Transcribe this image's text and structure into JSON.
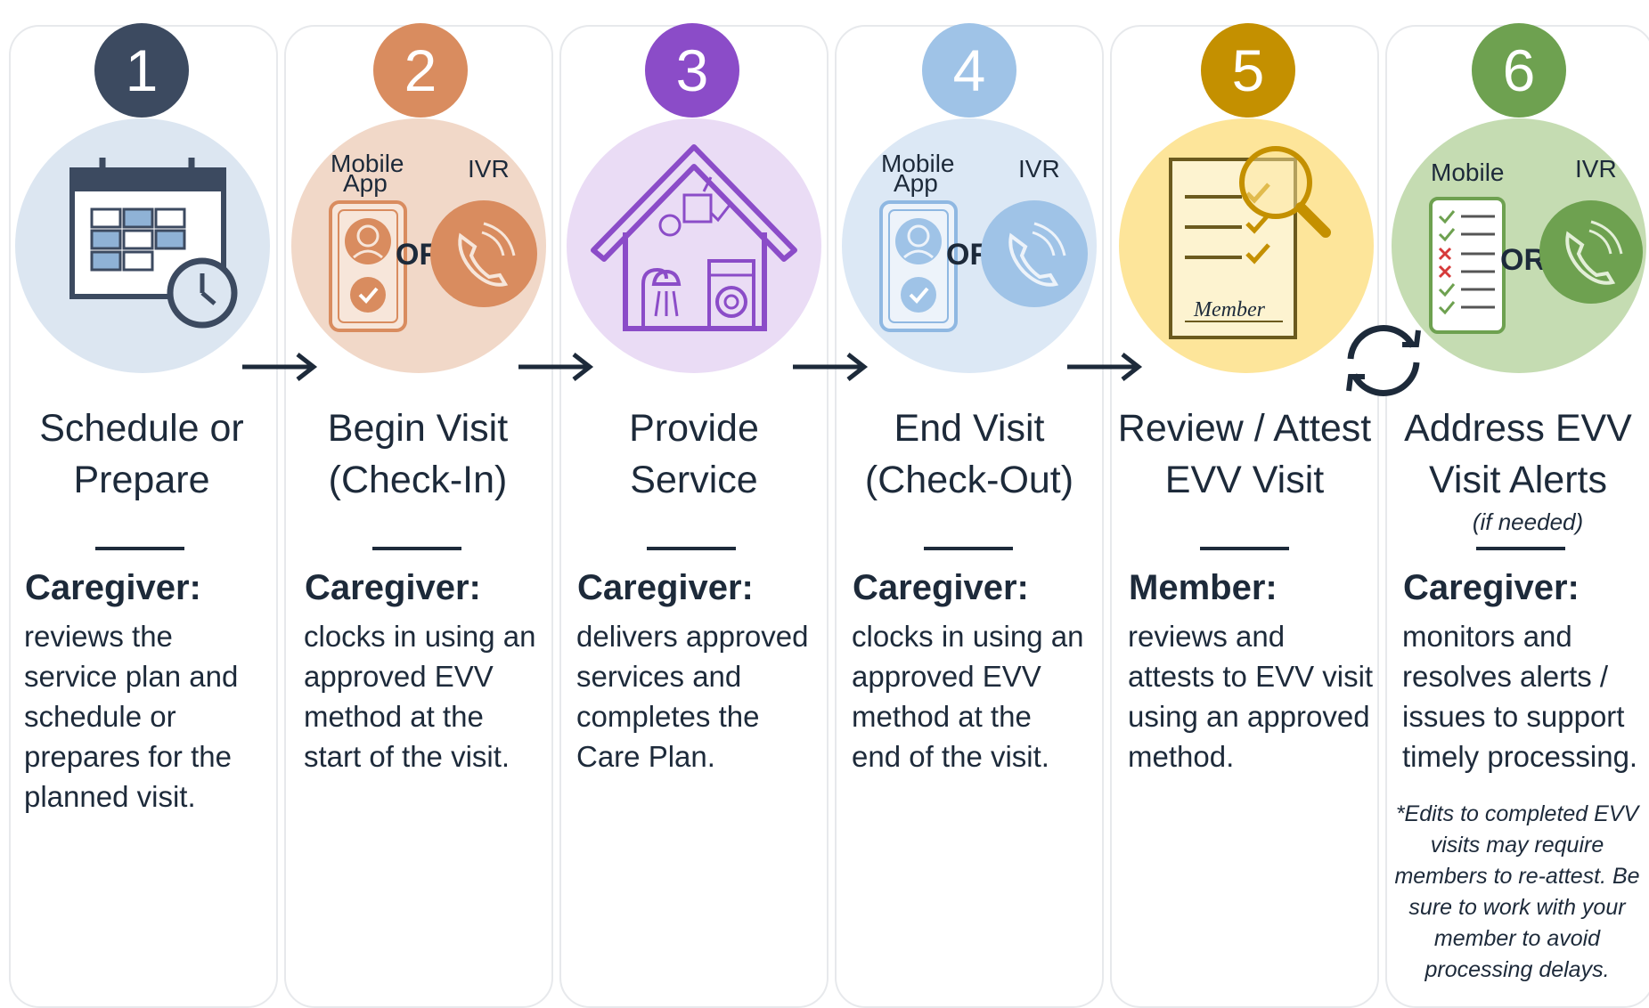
{
  "steps": [
    {
      "number": "1",
      "badge_color": "#3c4a60",
      "circle_color": "#dce6f1",
      "icon": "calendar-clock-icon",
      "title_line1": "Schedule or",
      "title_line2": "Prepare",
      "role": "Caregiver:",
      "description": [
        "reviews the",
        "service plan and",
        "schedule or",
        "prepares for the",
        "planned visit."
      ]
    },
    {
      "number": "2",
      "badge_color": "#d98c5f",
      "circle_color": "#f1d8c8",
      "icon": "mobile-app-or-phone-icon",
      "mobile_label_line1": "Mobile",
      "mobile_label_line2": "App",
      "ivr_label": "IVR",
      "or_label": "OR",
      "title_line1": "Begin Visit",
      "title_line2": "(Check-In)",
      "role": "Caregiver:",
      "description": [
        "clocks in using an",
        "approved EVV",
        "method at the",
        "start of the visit."
      ]
    },
    {
      "number": "3",
      "badge_color": "#8b4cc8",
      "circle_color": "#eadcf5",
      "icon": "home-service-icon",
      "title_line1": "Provide",
      "title_line2": "Service",
      "role": "Caregiver:",
      "description": [
        "delivers approved",
        "services and",
        "completes the",
        "Care Plan."
      ]
    },
    {
      "number": "4",
      "badge_color": "#9fc3e7",
      "circle_color": "#dce8f5",
      "icon": "mobile-app-or-phone-icon",
      "mobile_label_line1": "Mobile",
      "mobile_label_line2": "App",
      "ivr_label": "IVR",
      "or_label": "OR",
      "title_line1": "End Visit",
      "title_line2": "(Check-Out)",
      "role": "Caregiver:",
      "description": [
        "clocks in using an",
        "approved EVV",
        "method at the",
        "end of the visit."
      ]
    },
    {
      "number": "5",
      "badge_color": "#c49000",
      "circle_color": "#fde59a",
      "icon": "document-review-icon",
      "signature_text": "Member",
      "title_line1": "Review / Attest",
      "title_line2": "EVV Visit",
      "role": "Member:",
      "description": [
        "reviews and",
        "attests to EVV visit",
        "using an approved",
        "method."
      ]
    },
    {
      "number": "6",
      "badge_color": "#6ea150",
      "circle_color": "#c5dcb2",
      "icon": "checklist-or-phone-icon",
      "mobile_label_line1": "Mobile",
      "ivr_label": "IVR",
      "or_label": "OR",
      "title_line1": "Address EVV",
      "title_line2": "Visit Alerts",
      "title_note": "(if needed)",
      "role": "Caregiver:",
      "description": [
        "monitors and",
        "resolves alerts /",
        "issues to support",
        "timely processing."
      ]
    }
  ],
  "footnote": "*Edits to completed EVV visits may require members to re-attest. Be sure to work with your member to avoid processing delays."
}
